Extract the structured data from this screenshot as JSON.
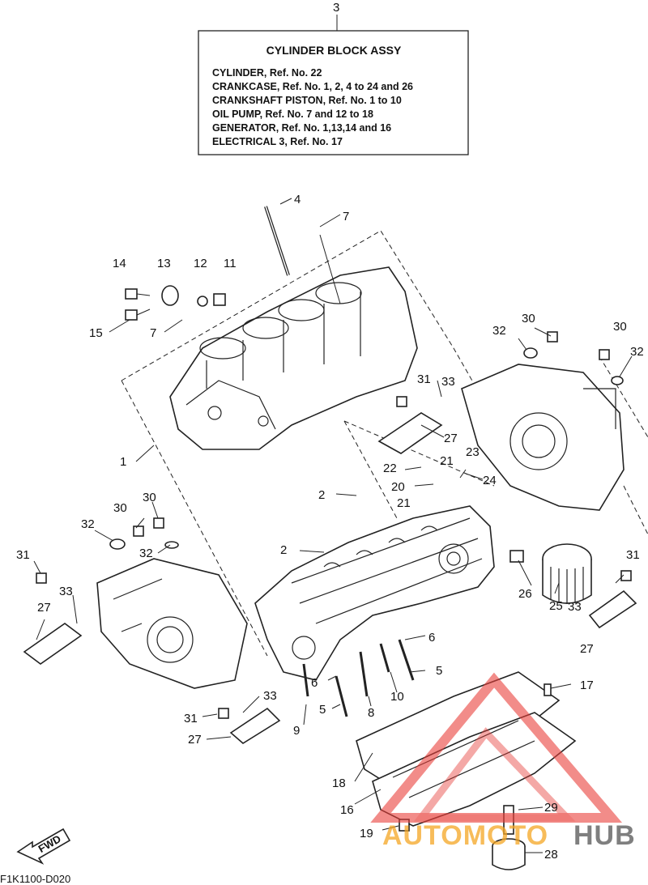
{
  "assembly_box": {
    "ref": "3",
    "title": "CYLINDER BLOCK ASSY",
    "lines": [
      "CYLINDER, Ref. No. 22",
      "CRANKCASE, Ref. No. 1, 2, 4 to 24 and 26",
      "CRANKSHAFT PISTON,  Ref. No. 1 to 10",
      "OIL PUMP, Ref. No. 7 and 12 to 18",
      "GENERATOR, Ref. No. 1,13,14 and 16",
      "ELECTRICAL 3, Ref. No. 17"
    ]
  },
  "callouts": {
    "c1": "1",
    "c2a": "2",
    "c2b": "2",
    "c4": "4",
    "c5a": "5",
    "c5b": "5",
    "c6a": "6",
    "c6b": "6",
    "c7a": "7",
    "c7b": "7",
    "c8": "8",
    "c9": "9",
    "c10": "10",
    "c11": "11",
    "c12": "12",
    "c13": "13",
    "c14": "14",
    "c15": "15",
    "c16": "16",
    "c17": "17",
    "c18": "18",
    "c19": "19",
    "c20": "20",
    "c21a": "21",
    "c21b": "21",
    "c22": "22",
    "c23": "23",
    "c24": "24",
    "c25": "25",
    "c26": "26",
    "c27a": "27",
    "c27b": "27",
    "c27c": "27",
    "c27d": "27",
    "c28": "28",
    "c29": "29",
    "c30a": "30",
    "c30b": "30",
    "c30c": "30",
    "c30d": "30",
    "c31a": "31",
    "c31b": "31",
    "c31c": "31",
    "c31d": "31",
    "c32a": "32",
    "c32b": "32",
    "c32c": "32",
    "c32d": "32",
    "c33a": "33",
    "c33b": "33",
    "c33c": "33",
    "c33d": "33"
  },
  "fwd_label": "FWD",
  "drawing_code": "F1K1100-D020",
  "watermark": {
    "text_a": "AUTOMOTO",
    "text_b": "HUB",
    "color_red": "#e8403a",
    "color_orange": "#f5a623",
    "color_dark": "#555555"
  }
}
